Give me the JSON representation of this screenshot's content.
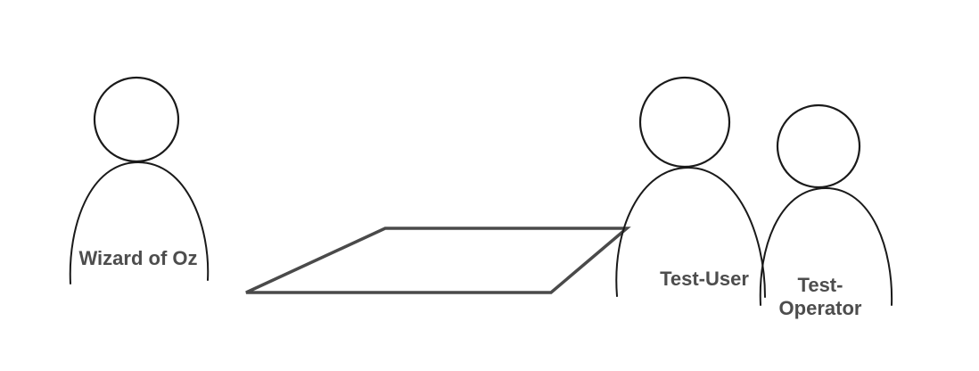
{
  "figures": {
    "wizard": {
      "label": "Wizard of Oz"
    },
    "user": {
      "label": "Test-User"
    },
    "operator": {
      "label_line1": "Test-",
      "label_line2": "Operator"
    }
  },
  "colors": {
    "stroke": "#1a1a1a",
    "table_stroke": "#4a4a4a",
    "label_text": "#4d4d4d",
    "background": "#ffffff"
  }
}
